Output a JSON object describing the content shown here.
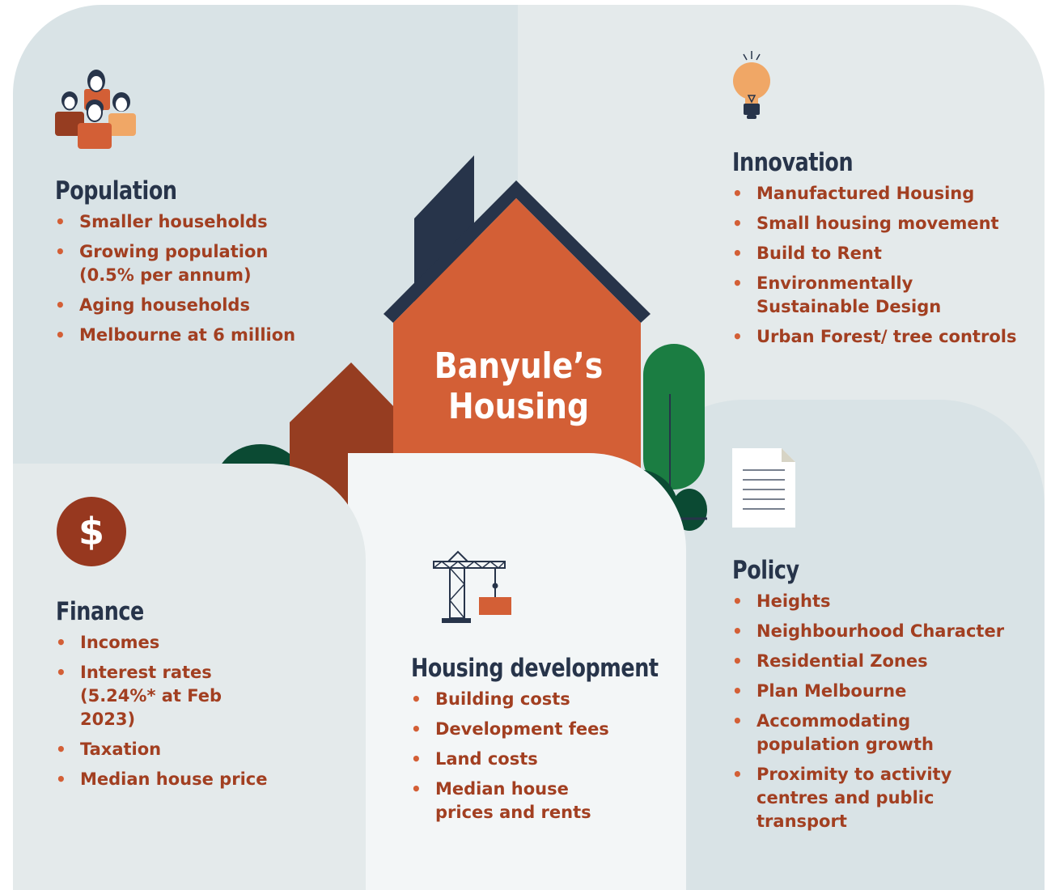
{
  "center": {
    "title_line1": "Banyule’s",
    "title_line2": "Housing"
  },
  "sections": {
    "population": {
      "title": "Population",
      "items": [
        "Smaller households",
        "Growing population (0.5% per annum)",
        "Aging households",
        "Melbourne at 6 million"
      ]
    },
    "innovation": {
      "title": "Innovation",
      "items": [
        "Manufactured Housing",
        "Small housing movement",
        "Build to Rent",
        "Environmentally Sustainable Design",
        "Urban Forest/ tree controls"
      ]
    },
    "finance": {
      "title": "Finance",
      "items": [
        "Incomes",
        "Interest rates (5.24%* at Feb 2023)",
        "Taxation",
        "Median house price"
      ]
    },
    "development": {
      "title": "Housing development",
      "items": [
        "Building costs",
        "Development fees",
        "Land costs",
        "Median house prices and rents"
      ]
    },
    "policy": {
      "title": "Policy",
      "items": [
        "Heights",
        "Neighbourhood Character",
        "Residential Zones",
        "Plan Melbourne",
        "Accommodating population growth",
        "Proximity to activity centres and public transport"
      ]
    }
  },
  "icons": {
    "population": "people-group-icon",
    "innovation": "lightbulb-icon",
    "finance": "dollar-icon",
    "finance_symbol": "$",
    "development": "crane-icon",
    "policy": "document-icon"
  },
  "colors": {
    "heading": "#27344a",
    "bullet_text": "#a23f21",
    "house_main": "#d35f36",
    "house_side": "#963d21",
    "roof": "#27344a",
    "tree_light": "#1b7d42",
    "tree_dark": "#0b4a33",
    "panel_light": "#e4eaeb",
    "panel_mid": "#d9e3e6"
  }
}
